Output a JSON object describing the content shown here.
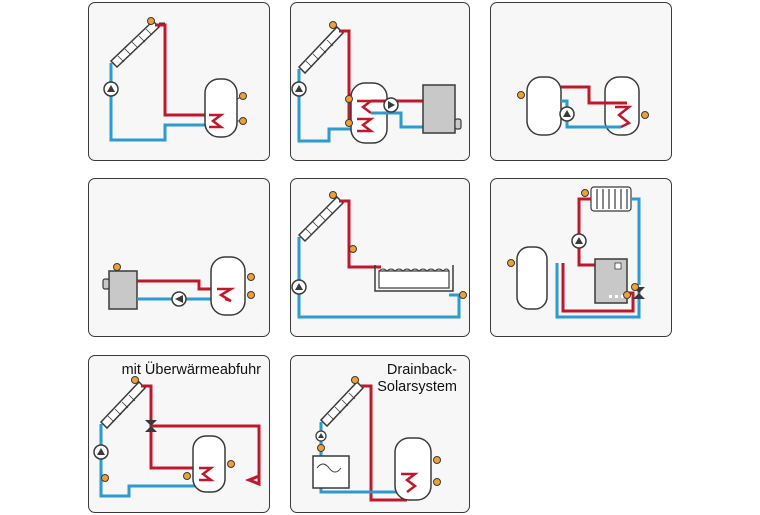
{
  "colors": {
    "hot": "#c0182a",
    "cold": "#2b9bd0",
    "sensor": "#f0a033",
    "outline": "#3a3a3a",
    "panel_bg": "#f7f7f7",
    "tank_fill": "#ffffff",
    "device_fill": "#c8c8c8"
  },
  "panels": [
    {
      "id": "p1",
      "caption_lines": []
    },
    {
      "id": "p2",
      "caption_lines": []
    },
    {
      "id": "p3",
      "caption_lines": []
    },
    {
      "id": "p4",
      "caption_lines": []
    },
    {
      "id": "p5",
      "caption_lines": []
    },
    {
      "id": "p6",
      "caption_lines": []
    },
    {
      "id": "p7",
      "caption_lines": [
        "mit Überwärmeabfuhr"
      ]
    },
    {
      "id": "p8",
      "caption_lines": [
        "Drainback-",
        "Solarsystem"
      ]
    }
  ]
}
